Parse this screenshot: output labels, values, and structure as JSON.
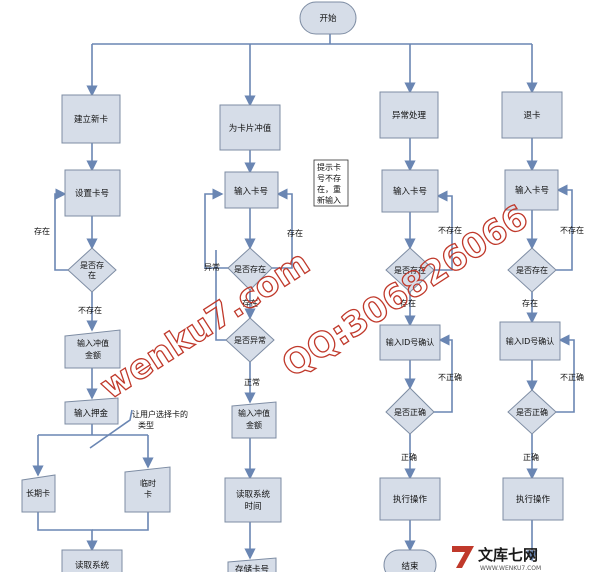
{
  "nodes": {
    "start": "开始",
    "new_card": "建立新卡",
    "recharge": "为卡片冲值",
    "exception": "异常处理",
    "refund": "退卡",
    "set_card_no": "设置卡号",
    "input_card_no": "输入卡号",
    "input_card_no_3": "输入卡号",
    "input_card_no_4": "输入卡号",
    "exists_q1_l1": "是否存",
    "exists_q1_l2": "在",
    "exists_q2": "是否存在",
    "exists_q3": "是否存在",
    "exists_q4": "是否存在",
    "abnormal_q": "是否异常",
    "input_amount_1_l1": "输入冲值",
    "input_amount_1_l2": "金额",
    "input_amount_2_l1": "输入冲值",
    "input_amount_2_l2": "金额",
    "input_deposit": "输入押金",
    "long_card": "长期卡",
    "temp_card_l1": "临时",
    "temp_card_l2": "卡",
    "read_sys_1_l1": "读取系统",
    "read_sys_2_l1": "读取系统",
    "read_sys_2_l2": "时间",
    "store_card": "存储卡号",
    "id_confirm_3": "输入ID号确认",
    "id_confirm_4": "输入ID号确认",
    "correct_q3": "是否正确",
    "correct_q4": "是否正确",
    "exec_3": "执行操作",
    "exec_4": "执行操作",
    "end": "结束"
  },
  "labels": {
    "exists": "存在",
    "not_exists": "不存在",
    "normal": "正常",
    "abnormal": "异常",
    "correct": "正确",
    "incorrect": "不正确",
    "choose_card_l1": "让用户选择卡的",
    "choose_card_l2": "类型",
    "note_l1": "提示卡",
    "note_l2": "号不存",
    "note_l3": "在，重",
    "note_l4": "新输入"
  },
  "watermark": {
    "site": "wenku7.com",
    "qq": "QQ:306826066",
    "brand": "文库七网",
    "brand_url": "WWW.WENKU7.COM"
  },
  "colors": {
    "box_fill": "#d6dde8",
    "line": "#6a86b3",
    "watermark": "#c0392b"
  }
}
